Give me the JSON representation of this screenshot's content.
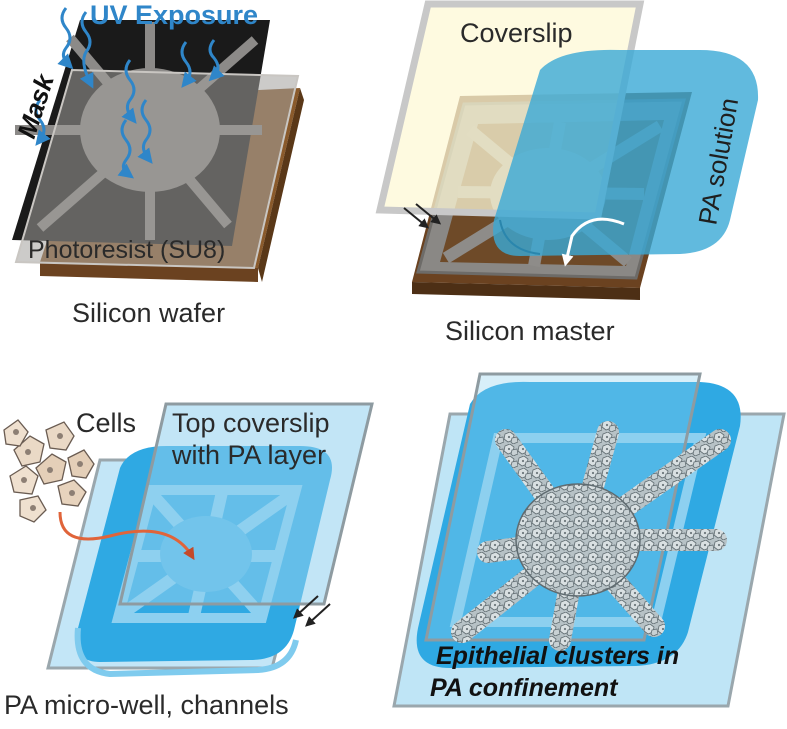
{
  "panels": {
    "a": {
      "uv_label": "UV Exposure",
      "mask_label": "Mask",
      "photoresist_label": "Photoresist (SU8)",
      "wafer_label": "Silicon wafer"
    },
    "b": {
      "coverslip_label": "Coverslip",
      "solution_label": "PA solution",
      "master_label": "Silicon master"
    },
    "c": {
      "cells_label": "Cells",
      "top_coverslip_line1": "Top coverslip",
      "top_coverslip_line2": "with PA layer",
      "well_label": "PA micro-well, channels"
    },
    "d": {
      "clusters_line1": "Epithelial clusters in",
      "clusters_line2": "PA confinement"
    }
  },
  "colors": {
    "uv_blue": "#2f86c9",
    "mask_black": "#1a1a1a",
    "photoresist_gray": "#9a9794",
    "wafer_brown": "#8a5a2b",
    "pa_blue": "#2fa9e3",
    "pa_light": "#a9dcf3",
    "coverslip_yellow": "#fdf8d6",
    "arrow_orange": "#e0643a"
  }
}
